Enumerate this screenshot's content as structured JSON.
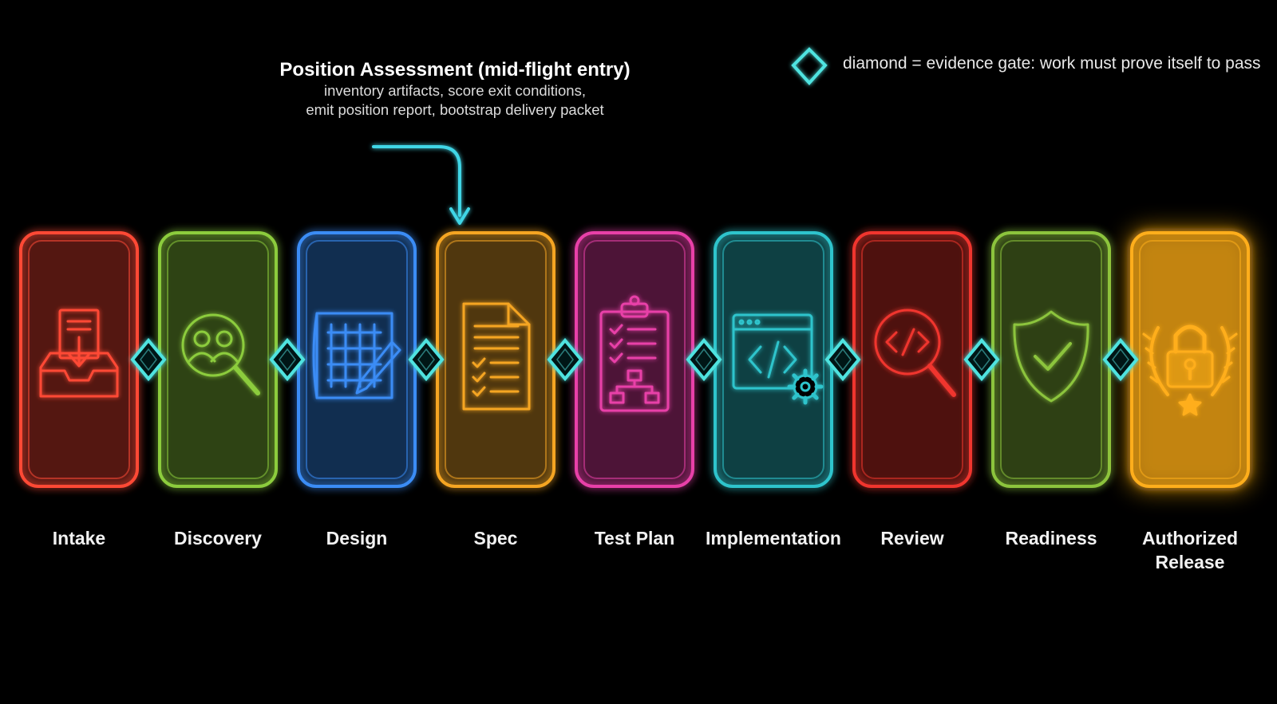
{
  "legend": {
    "symbol": "diamond-icon",
    "text": "diamond = evidence gate: work must prove itself to pass"
  },
  "position_assessment": {
    "title": "Position Assessment (mid-flight entry)",
    "line1": "inventory artifacts, score exit conditions,",
    "line2": "emit position report, bootstrap delivery packet",
    "entry_stage": "Spec"
  },
  "colors": {
    "gate": "#4fe3e0",
    "arrow": "#3fd6e6"
  },
  "stages": [
    {
      "label": "Intake",
      "icon": "inbox-tray-icon",
      "color": "#ff4a36"
    },
    {
      "label": "Discovery",
      "icon": "magnify-people-icon",
      "color": "#8ccc3c"
    },
    {
      "label": "Design",
      "icon": "blueprint-pencil-icon",
      "color": "#3a8cf5"
    },
    {
      "label": "Spec",
      "icon": "document-checklist-icon",
      "color": "#f5a524"
    },
    {
      "label": "Test Plan",
      "icon": "clipboard-flow-icon",
      "color": "#e83fa8"
    },
    {
      "label": "Implementation",
      "icon": "code-window-gear-icon",
      "color": "#2fc4cc"
    },
    {
      "label": "Review",
      "icon": "code-magnifier-icon",
      "color": "#f0362e"
    },
    {
      "label": "Readiness",
      "icon": "shield-check-icon",
      "color": "#8cc43c"
    },
    {
      "label": "Authorized Release",
      "label_lines": [
        "Authorized",
        "Release"
      ],
      "icon": "padlock-laurel-icon",
      "color": "#ffae1a"
    }
  ]
}
